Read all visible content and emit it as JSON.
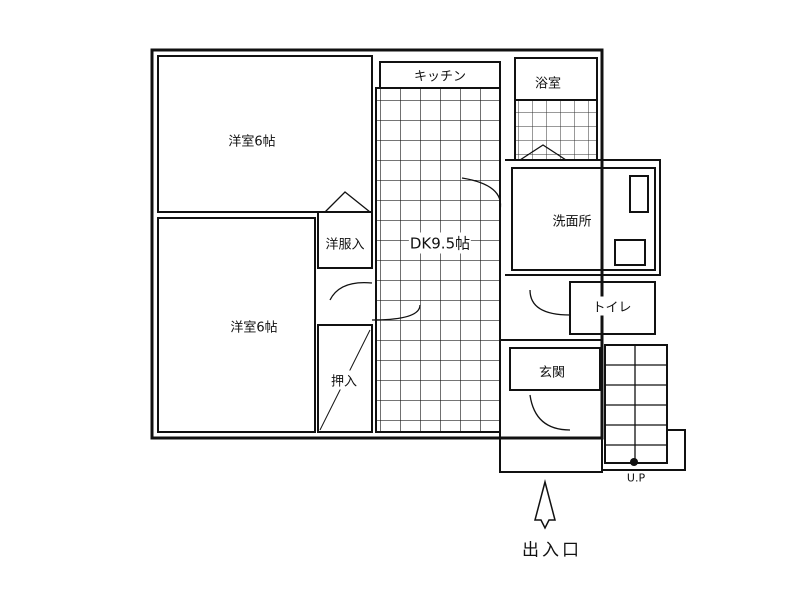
{
  "plan": {
    "rooms": {
      "western_room_top": "洋室6帖",
      "western_room_bottom": "洋室6帖",
      "kitchen": "キッチン",
      "bathroom": "浴室",
      "closet_clothes": "洋服入",
      "dining_kitchen": "DK9.5帖",
      "washroom": "洗面所",
      "toilet": "トイレ",
      "closet": "押入",
      "entrance_hall": "玄関"
    },
    "stairs_label": "U.P",
    "entrance_label": "出入口"
  }
}
